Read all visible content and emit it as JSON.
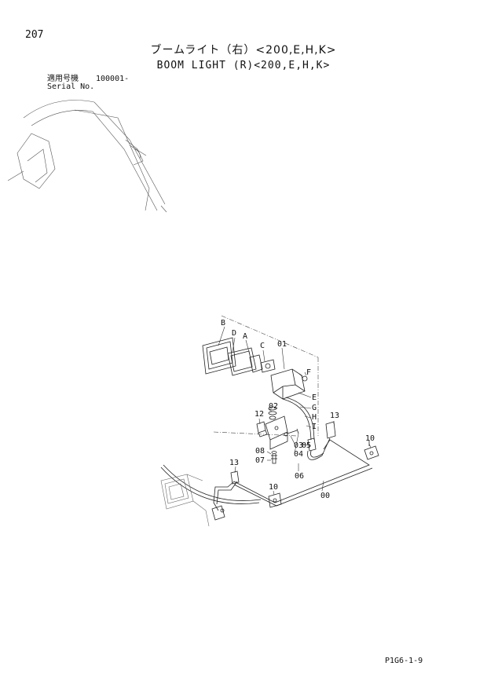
{
  "header": {
    "page_number": "207",
    "title_jp": "ブームライト（右）<200,E,H,K>",
    "title_en": "BOOM LIGHT (R)<200,E,H,K>",
    "serial_label_jp": "適用号機",
    "serial_from": "100001-",
    "serial_label_en": "Serial No."
  },
  "callouts": {
    "B": "B",
    "D": "D",
    "A": "A",
    "C": "C",
    "F": "F",
    "E": "E",
    "G": "G",
    "H": "H",
    "I": "I",
    "p01": "01",
    "p02": "02",
    "p03": "03",
    "p04": "04",
    "p05": "05",
    "p06": "06",
    "p07": "07",
    "p08": "08",
    "p00": "00",
    "p10a": "10",
    "p10b": "10",
    "p12": "12",
    "p13a": "13",
    "p13b": "13"
  },
  "footer": {
    "doc_code": "P1G6-1-9"
  }
}
